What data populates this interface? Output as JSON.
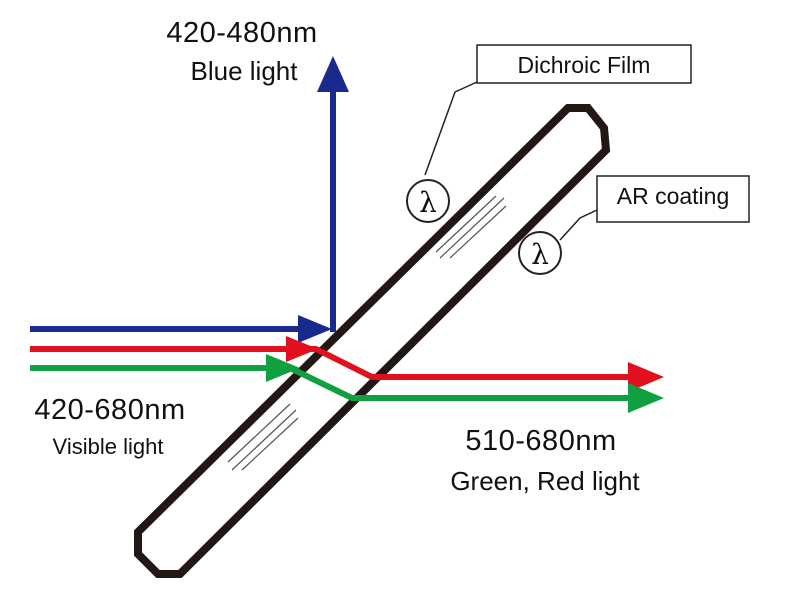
{
  "labels": {
    "blue_wavelength": "420-480nm",
    "blue_name": "Blue light",
    "input_wavelength": "420-680nm",
    "input_name": "Visible light",
    "output_wavelength": "510-680nm",
    "output_name": "Green, Red light",
    "dichroic_callout": "Dichroic Film",
    "ar_callout": "AR coating",
    "lambda_symbol": "λ"
  },
  "colors": {
    "blue": "#1a2a8c",
    "red": "#e0101e",
    "green": "#10a040",
    "plate": "#221714"
  }
}
